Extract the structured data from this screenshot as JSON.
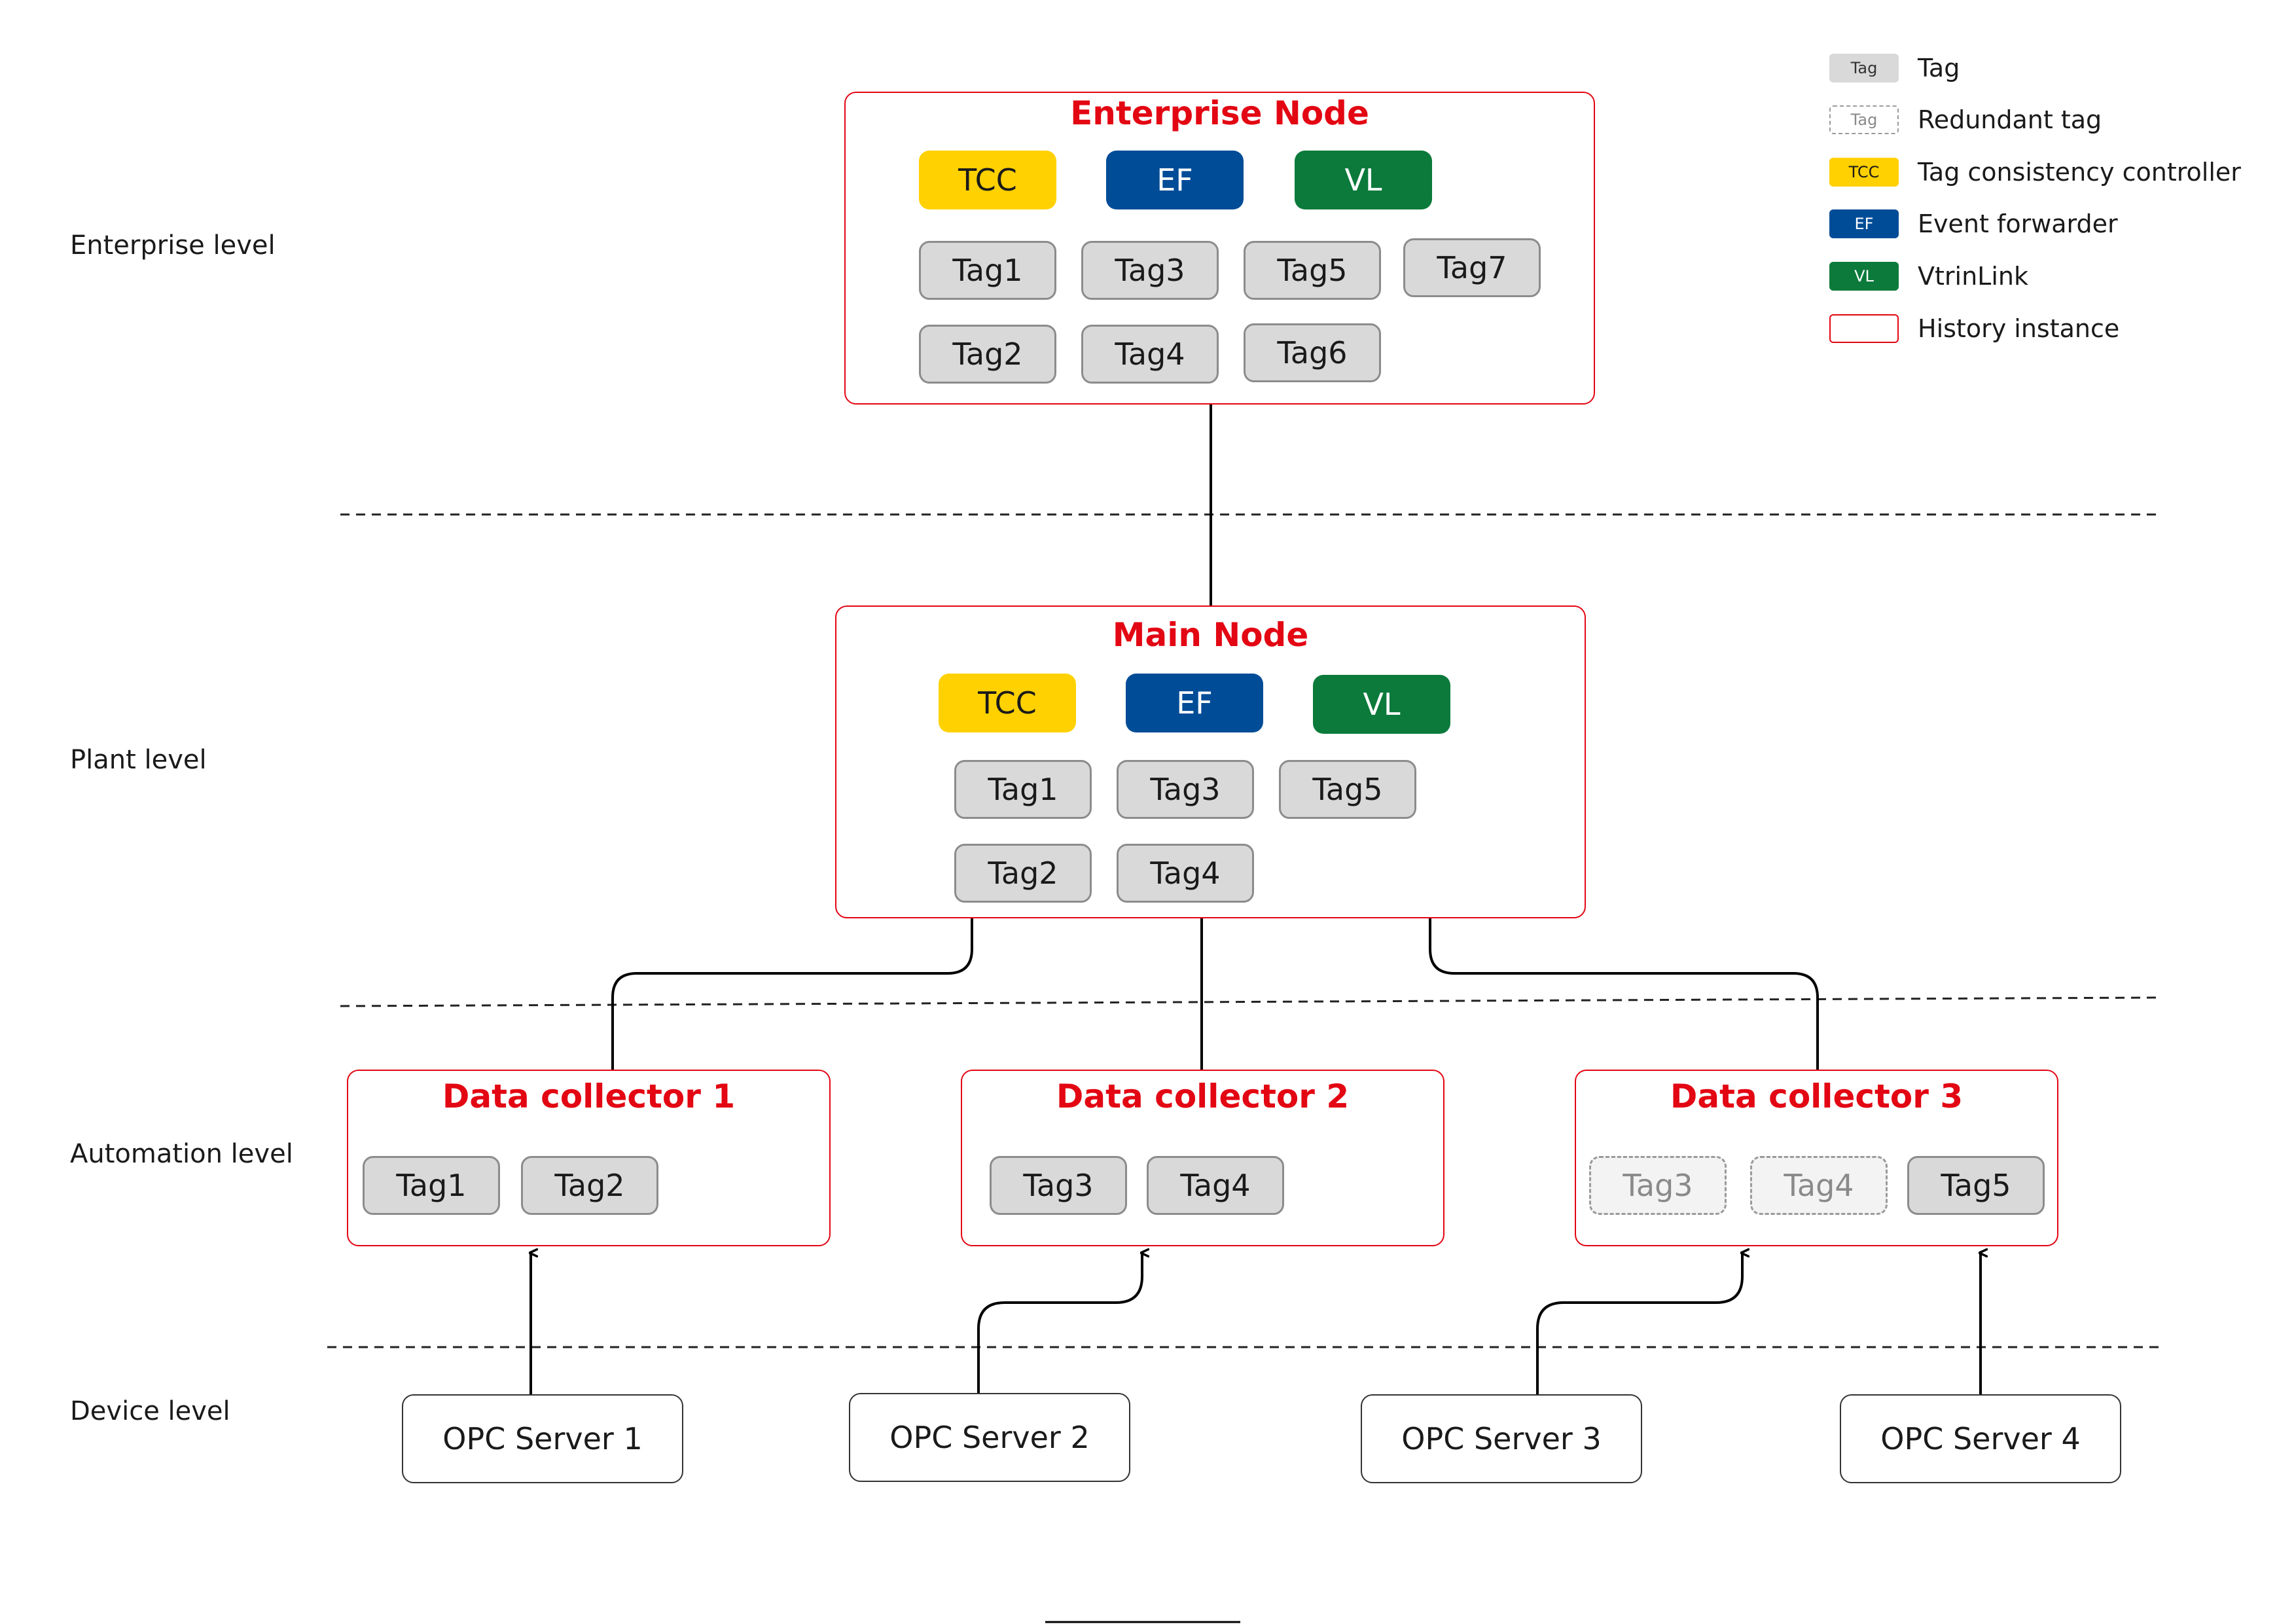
{
  "colors": {
    "history_instance": "#e30613",
    "tcc": "#ffd100",
    "ef": "#004c97",
    "vl": "#0b7a3b",
    "tag": "#d9d9d9",
    "redundant_tag": "#f3f3f3"
  },
  "levels": {
    "enterprise": "Enterprise level",
    "plant": "Plant level",
    "automation": "Automation level",
    "device": "Device level"
  },
  "legend": {
    "tag_swatch": "Tag",
    "tag_label": "Tag",
    "redundant_swatch": "Tag",
    "redundant_label": "Redundant tag",
    "tcc_swatch": "TCC",
    "tcc_label": "Tag consistency controller",
    "ef_swatch": "EF",
    "ef_label": "Event forwarder",
    "vl_swatch": "VL",
    "vl_label": "VtrinLink",
    "history_label": "History instance"
  },
  "enterprise_node": {
    "title": "Enterprise Node",
    "tcc": "TCC",
    "ef": "EF",
    "vl": "VL",
    "tags": [
      "Tag1",
      "Tag3",
      "Tag5",
      "Tag7",
      "Tag2",
      "Tag4",
      "Tag6"
    ]
  },
  "main_node": {
    "title": "Main Node",
    "tcc": "TCC",
    "ef": "EF",
    "vl": "VL",
    "tags": [
      "Tag1",
      "Tag3",
      "Tag5",
      "Tag2",
      "Tag4"
    ]
  },
  "collectors": [
    {
      "title": "Data collector 1",
      "tags": [
        "Tag1",
        "Tag2"
      ]
    },
    {
      "title": "Data collector 2",
      "tags": [
        "Tag3",
        "Tag4"
      ]
    },
    {
      "title": "Data collector 3",
      "tags": [
        "Tag3",
        "Tag4",
        "Tag5"
      ]
    }
  ],
  "servers": [
    "OPC Server 1",
    "OPC Server 2",
    "OPC Server 3",
    "OPC Server 4"
  ]
}
